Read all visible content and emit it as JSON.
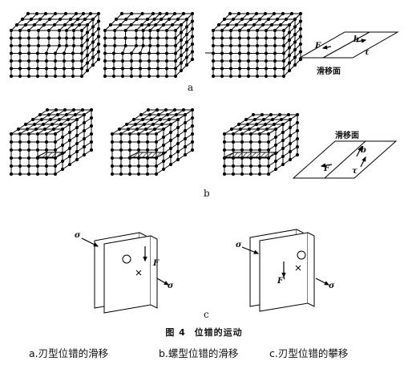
{
  "labels": {
    "row_a": "a",
    "row_b": "b",
    "row_c": "c"
  },
  "slip_plane_label": "滑移面",
  "symbols": {
    "F": "F",
    "b": "b",
    "tau": "τ",
    "sigma": "σ",
    "F_prime": "F'"
  },
  "caption": {
    "figure_no": "图 4",
    "title": "位错的运动"
  },
  "legend": [
    "a.刃型位错的滑移",
    "b.螺型位错的滑移",
    "c.刃型位错的攀移"
  ]
}
